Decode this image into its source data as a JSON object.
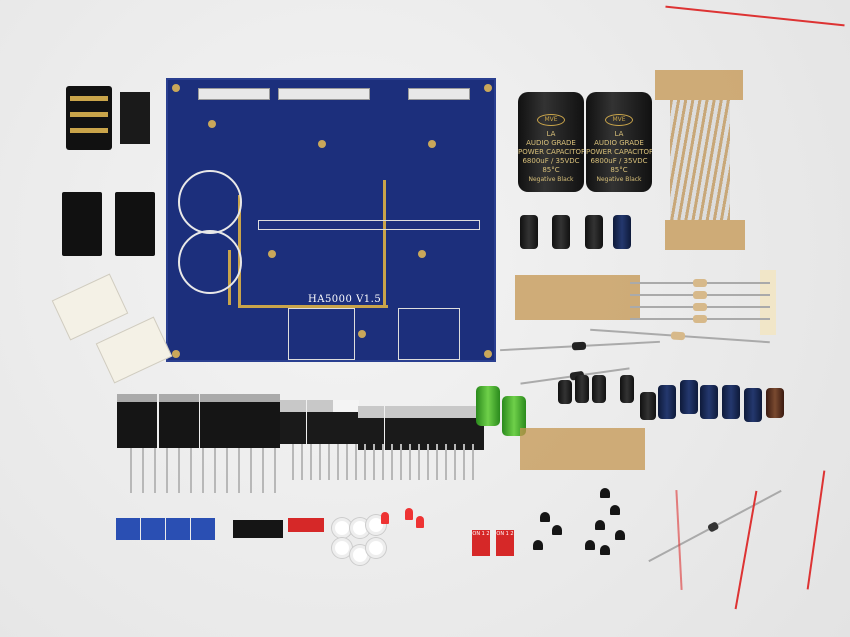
{
  "pcb": {
    "title": "HA5000 V1.5",
    "color": "#1c2f7c"
  },
  "capacitors": [
    {
      "logo": "MVE",
      "series": "LA",
      "line1": "AUDIO GRADE",
      "line2": "POWER CAPACITOR",
      "rating": "6800uF / 35VDC",
      "temp": "85°C",
      "sleeve": "Negative Black"
    },
    {
      "logo": "MVE",
      "series": "LA",
      "line1": "AUDIO GRADE",
      "line2": "POWER CAPACITOR",
      "rating": "6800uF / 35VDC",
      "temp": "85°C",
      "sleeve": "Negative Black"
    }
  ],
  "dip_switches": [
    {
      "label": "ON 1 2"
    },
    {
      "label": "ON 1 2"
    }
  ],
  "background_color": "#ececec"
}
